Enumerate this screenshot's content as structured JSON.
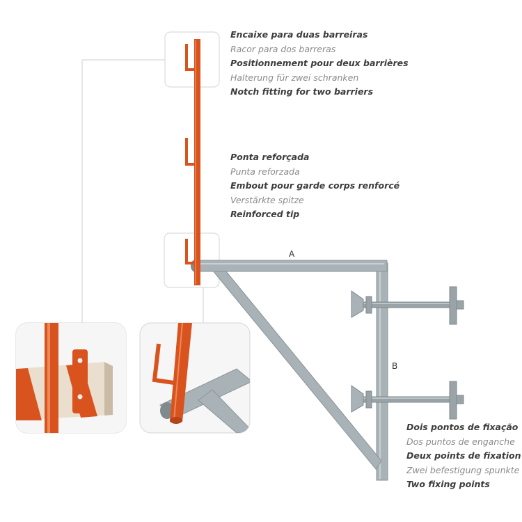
{
  "captions": {
    "notch": {
      "line1": "Encaixe para duas barreiras",
      "line2": "Racor para dos barreras",
      "line3": "Positionnement pour deux barrières",
      "line4": "Halterung für zwei schranken",
      "line5": "Notch fitting for two barriers"
    },
    "tip": {
      "line1": "Ponta reforçada",
      "line2": "Punta reforzada",
      "line3": "Embout pour garde corps renforcé",
      "line4": "Verstärkte spitze",
      "line5": "Reinforced tip"
    },
    "fixing": {
      "line1": "Dois pontos de fixação",
      "line2": "Dos puntos de enganche",
      "line3": "Deux points de fixation",
      "line4": "Zwei befestigung spunkte",
      "line5": "Two fixing points"
    }
  },
  "labels": {
    "a": "A",
    "b": "B"
  },
  "colors": {
    "post": "#d9531e",
    "frame": "#a9b3b7",
    "frame_dark": "#7f8a8f",
    "callout_border": "#dcdcdc"
  }
}
